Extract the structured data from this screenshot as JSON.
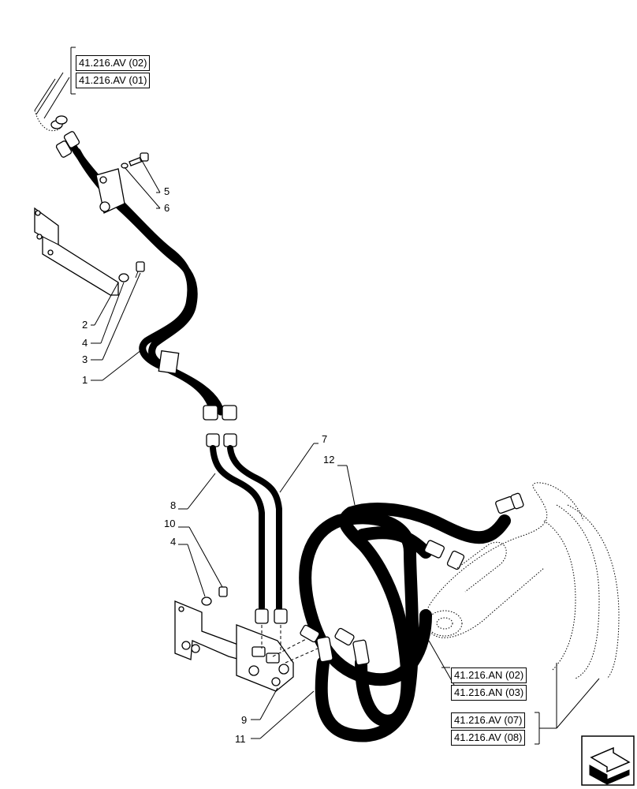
{
  "references": {
    "top_1": "41.216.AV (02)",
    "top_2": "41.216.AV (01)",
    "mid_1": "41.216.AN (02)",
    "mid_2": "41.216.AN (03)",
    "bot_1": "41.216.AV (07)",
    "bot_2": "41.216.AV (08)"
  },
  "callouts": {
    "c5": "5",
    "c6": "6",
    "c2": "2",
    "c4a": "4",
    "c3": "3",
    "c1": "1",
    "c7": "7",
    "c12": "12",
    "c8": "8",
    "c10": "10",
    "c4b": "4",
    "c9": "9",
    "c11": "11"
  },
  "icons": {
    "nav": "next-page-arrow-icon"
  }
}
